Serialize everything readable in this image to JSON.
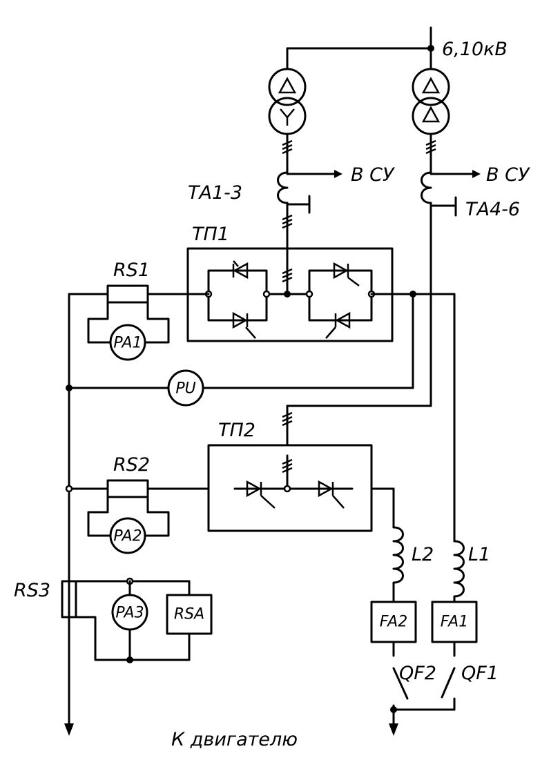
{
  "labels": {
    "supply": "6,10кВ",
    "to_cu_1": "В СУ",
    "to_cu_2": "В СУ",
    "ta1": "ТА1-3",
    "ta2": "ТА4-6",
    "tp1": "ТП1",
    "tp2": "ТП2",
    "rs1": "RS1",
    "rs2": "RS2",
    "rs3": "RS3",
    "pa1": "PA1",
    "pa2": "PA2",
    "pa3": "PA3",
    "pu": "PU",
    "rsa": "RSA",
    "l1": "L1",
    "l2": "L2",
    "fa1": "FA1",
    "fa2": "FA2",
    "qf1": "QF1",
    "qf2": "QF2",
    "motor": "К двигателю"
  }
}
